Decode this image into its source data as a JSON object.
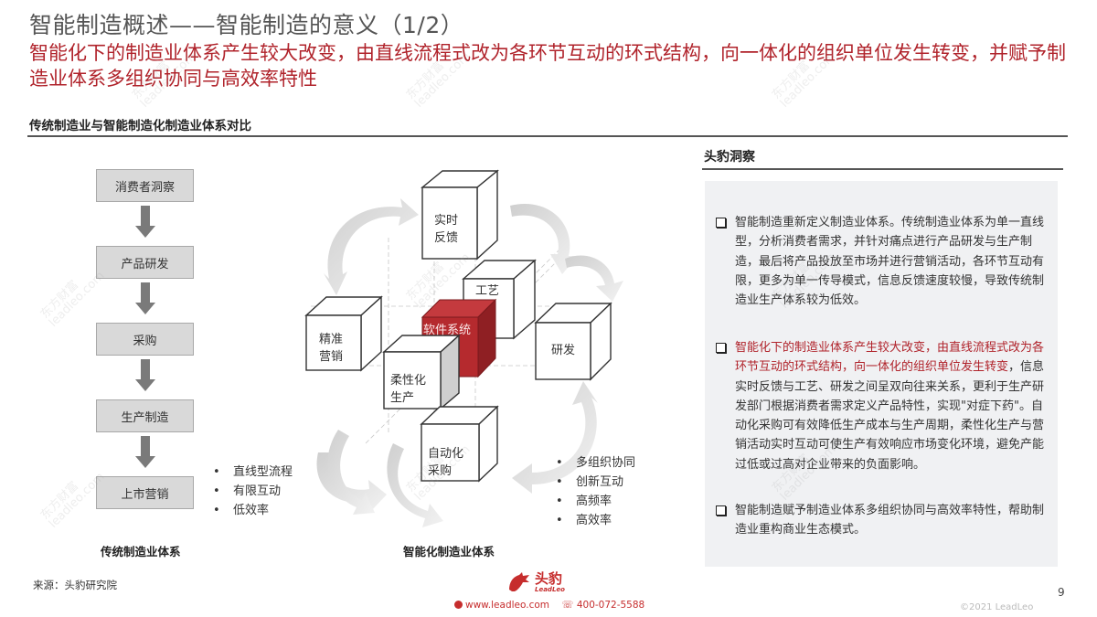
{
  "header": {
    "title": "智能制造概述——智能制造的意义（1/2）",
    "subtitle": "智能化下的制造业体系产生较大改变，由直线流程式改为各环节互动的环式结构，向一体化的组织单位发生转变，并赋予制造业体系多组织协同与高效率特性"
  },
  "section": {
    "title": "传统制造业与智能制造化制造业体系对比"
  },
  "traditional": {
    "steps": [
      "消费者洞察",
      "产品研发",
      "采购",
      "生产制造",
      "上市营销"
    ],
    "traits": [
      "直线型流程",
      "有限互动",
      "低效率"
    ],
    "caption": "传统制造业体系"
  },
  "smart": {
    "center": "软件系统",
    "nodes": {
      "feedback": [
        "实时",
        "反馈"
      ],
      "craft": "工艺",
      "marketing": [
        "精准",
        "营销"
      ],
      "rnd": "研发",
      "flexible": [
        "柔性化",
        "生产"
      ],
      "procurement": [
        "自动化",
        "采购"
      ]
    },
    "traits": [
      "多组织协同",
      "创新互动",
      "高频率",
      "高效率"
    ],
    "caption": "智能化制造业体系",
    "accent_color": "#b52a2e"
  },
  "insight": {
    "title": "头豹洞察",
    "items": [
      {
        "red": "",
        "text": "智能制造重新定义制造业体系。传统制造业体系为单一直线型，分析消费者需求，并针对痛点进行产品研发与生产制造，最后将产品投放至市场并进行营销活动，各环节互动有限，更多为单一传导模式，信息反馈速度较慢，导致传统制造业生产体系较为低效。"
      },
      {
        "red": "智能化下的制造业体系产生较大改变，由直线流程式改为各环节互动的环式结构，向一体化的组织单位发生转变",
        "text": "，信息实时反馈与工艺、研发之间呈双向往来关系，更利于生产研发部门根据消费者需求定义产品特性，实现\"对症下药\"。自动化采购可有效降低生产成本与生产周期，柔性化生产与营销活动实时互动可使生产有效响应市场变化环境，避免产能过低或过高对企业带来的负面影响。"
      },
      {
        "red": "",
        "text": "智能制造赋予制造业体系多组织协同与高效率特性，帮助制造业重构商业生态模式。"
      }
    ]
  },
  "footer": {
    "source": "来源：头豹研究院",
    "logo_cn": "头豹",
    "logo_en": "LeadLeo",
    "website": "www.leadleo.com",
    "phone": "400-072-5588",
    "page_number": "9",
    "copyright": "©2021 LeadLeo",
    "brand_color": "#c62d2d"
  },
  "watermark": {
    "line1": "东方财富",
    "line2": "leadleo.com"
  }
}
